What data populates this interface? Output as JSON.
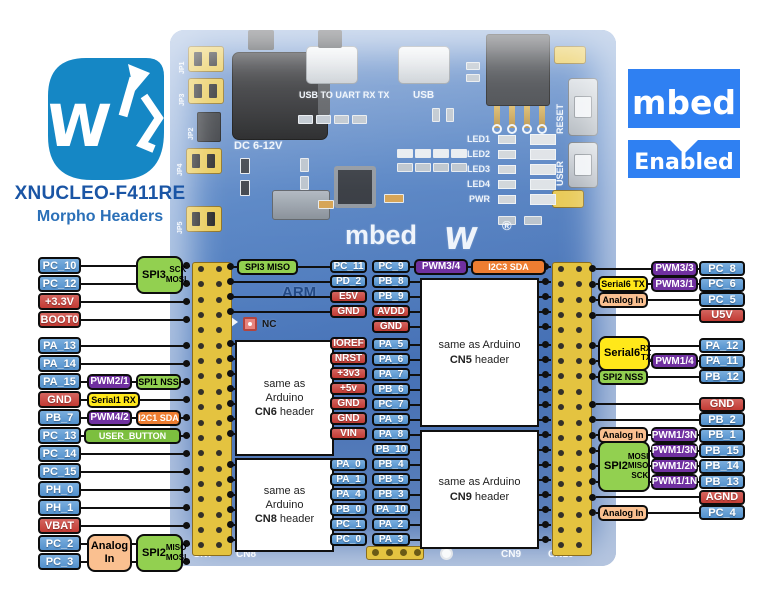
{
  "branding": {
    "title": "XNUCLEO-F411RE",
    "subtitle": "Morpho Headers",
    "vendor_logo": "waveshare-logo",
    "mbed_line1": "mbed",
    "mbed_line2": "Enabled",
    "mbed_color": "#2f80f2"
  },
  "board": {
    "silk": {
      "dc": "DC 6-12V",
      "usb_uart": "USB TO UART RX TX",
      "usb": "USB",
      "mbed": "mbed",
      "arm": "ARM",
      "nc": "NC",
      "registered": "®",
      "wavemark": "W",
      "leds": [
        "LED1",
        "LED2",
        "LED3",
        "LED4",
        "PWR"
      ],
      "buttons": [
        "RESET",
        "USER"
      ],
      "jumpers": [
        "JP1",
        "JP3",
        "JP2",
        "JP4",
        "JP5"
      ],
      "connectors": [
        "CN6",
        "CN7",
        "CN8",
        "CN9",
        "CN10"
      ]
    },
    "overlays": [
      {
        "id": "cn6",
        "lines": [
          "same as",
          "Arduino"
        ],
        "name": "CN6",
        "tail": " header"
      },
      {
        "id": "cn8",
        "lines": [
          "same as",
          "Arduino"
        ],
        "name": "CN8",
        "tail": " header"
      },
      {
        "id": "cn5",
        "lines": [
          "same as Arduino"
        ],
        "name": "CN5",
        "tail": " header"
      },
      {
        "id": "cn9",
        "lines": [
          "same as Arduino"
        ],
        "name": "CN9",
        "tail": " header"
      }
    ]
  },
  "columns": {
    "left": {
      "rows": [
        {
          "l": "PC_10",
          "t": "b"
        },
        {
          "l": "PC_12",
          "t": "b"
        },
        {
          "l": "+3.3V",
          "t": "r"
        },
        {
          "l": "BOOT0",
          "t": "r"
        },
        {
          "l": "PA_13",
          "t": "b",
          "g": 8
        },
        {
          "l": "PA_14",
          "t": "b"
        },
        {
          "l": "PA_15",
          "t": "b",
          "badges": [
            {
              "t": "PWM2/1",
              "s": "purple",
              "slot": "a"
            },
            {
              "t": "SPI1 NSS",
              "s": "green",
              "slot": "b"
            }
          ]
        },
        {
          "l": "GND",
          "t": "r",
          "badges": [
            {
              "t": "Serial1 RX",
              "s": "yellow",
              "slot": "aw"
            }
          ]
        },
        {
          "l": "PB_7",
          "t": "b",
          "badges": [
            {
              "t": "PWM4/2",
              "s": "purple",
              "slot": "a"
            },
            {
              "t": "I2C1 SDA",
              "s": "orange",
              "slot": "b"
            }
          ]
        },
        {
          "l": "PC_13",
          "t": "b",
          "badges": [
            {
              "t": "USER_BUTTON",
              "s": "greenw",
              "slot": "wide"
            }
          ]
        },
        {
          "l": "PC_14",
          "t": "b"
        },
        {
          "l": "PC_15",
          "t": "b"
        },
        {
          "l": "PH_0",
          "t": "b"
        },
        {
          "l": "PH_1",
          "t": "b"
        },
        {
          "l": "VBAT",
          "t": "r"
        },
        {
          "l": "PC_2",
          "t": "b"
        },
        {
          "l": "PC_3",
          "t": "b"
        }
      ],
      "spans": [
        {
          "from": "PC_10",
          "to": "PC_12",
          "kind": "iface",
          "main": "SPI3",
          "subs": [
            "SCK",
            "MOSI"
          ],
          "s": "green",
          "slot": "b"
        },
        {
          "from": "PC_2",
          "to": "PC_3",
          "kind": "stack",
          "lines": [
            "Analog",
            "In"
          ],
          "s": "peach",
          "slot": "a"
        },
        {
          "from": "PC_2",
          "to": "PC_3",
          "kind": "iface",
          "main": "SPI2",
          "subs": [
            "MISO",
            "MOSI"
          ],
          "s": "green",
          "slot": "b"
        }
      ]
    },
    "right": {
      "rows": [
        {
          "l": "PC_8",
          "t": "b",
          "badges": [
            {
              "t": "PWM3/3",
              "s": "purple",
              "slot": "a"
            }
          ]
        },
        {
          "l": "PC_6",
          "t": "b",
          "badges": [
            {
              "t": "Serial6 TX",
              "s": "yellow",
              "slot": "b"
            },
            {
              "t": "PWM3/1",
              "s": "purple",
              "slot": "a"
            }
          ]
        },
        {
          "l": "PC_5",
          "t": "b",
          "badges": [
            {
              "t": "Analog In",
              "s": "peach",
              "slot": "b"
            }
          ]
        },
        {
          "l": "U5V",
          "t": "r"
        },
        {
          "l": "PA_12",
          "t": "b",
          "g": 15
        },
        {
          "l": "PA_11",
          "t": "b",
          "badges": [
            {
              "t": "PWM1/4",
              "s": "purple",
              "slot": "a"
            }
          ]
        },
        {
          "l": "PB_12",
          "t": "b",
          "badges": [
            {
              "t": "SPI2 NSS",
              "s": "green",
              "slot": "b"
            }
          ]
        },
        {
          "l": "GND",
          "t": "r",
          "g": 12
        },
        {
          "l": "PB_2",
          "t": "b"
        },
        {
          "l": "PB_1",
          "t": "b",
          "badges": [
            {
              "t": "Analog In",
              "s": "peach",
              "slot": "b"
            },
            {
              "t": "PWM1/3N",
              "s": "purple",
              "slot": "a"
            }
          ]
        },
        {
          "l": "PB_15",
          "t": "b",
          "badges": [
            {
              "t": "PWM1/3N",
              "s": "purple",
              "slot": "a"
            }
          ]
        },
        {
          "l": "PB_14",
          "t": "b",
          "badges": [
            {
              "t": "PWM1/2N",
              "s": "purple",
              "slot": "a"
            }
          ]
        },
        {
          "l": "PB_13",
          "t": "b",
          "badges": [
            {
              "t": "PWM1/1N",
              "s": "purple",
              "slot": "a"
            }
          ]
        },
        {
          "l": "AGND",
          "t": "r"
        },
        {
          "l": "PC_4",
          "t": "b",
          "badges": [
            {
              "t": "Analog In",
              "s": "peach",
              "slot": "b"
            }
          ]
        }
      ],
      "spans": [
        {
          "from": "PA_12",
          "to": "PA_11",
          "kind": "iface",
          "main": "Serial6",
          "subs": [
            "RX",
            "TX"
          ],
          "s": "yellow",
          "slot": "b"
        },
        {
          "from": "PB_15",
          "to": "PB_13",
          "kind": "iface",
          "main": "SPI2",
          "subs": [
            "MOSI",
            "MISO",
            "SCK"
          ],
          "s": "green",
          "slot": "b"
        }
      ]
    },
    "midA": {
      "rows": [
        {
          "l": "PC_11",
          "t": "b",
          "badges": [
            {
              "t": "SPI3 MISO",
              "s": "green",
              "slot": "m"
            }
          ]
        },
        {
          "l": "PD_2",
          "t": "b"
        },
        {
          "l": "E5V",
          "t": "r"
        },
        {
          "l": "GND",
          "t": "r"
        },
        {
          "l": "IOREF",
          "t": "r",
          "g": 17
        },
        {
          "l": "NRST",
          "t": "r"
        },
        {
          "l": "+3v3",
          "t": "r"
        },
        {
          "l": "+5v",
          "t": "r"
        },
        {
          "l": "GND",
          "t": "r"
        },
        {
          "l": "GND",
          "t": "r"
        },
        {
          "l": "VIN",
          "t": "r"
        },
        {
          "l": "PA_0",
          "t": "b",
          "g": 16
        },
        {
          "l": "PA_1",
          "t": "b"
        },
        {
          "l": "PA_4",
          "t": "b"
        },
        {
          "l": "PB_0",
          "t": "b"
        },
        {
          "l": "PC_1",
          "t": "b"
        },
        {
          "l": "PC_0",
          "t": "b"
        }
      ],
      "spans": []
    },
    "midB": {
      "rows": [
        {
          "l": "PC_9",
          "t": "b",
          "badges": [
            {
              "t": "PWM3/4",
              "s": "purple",
              "slot": "p"
            },
            {
              "t": "I2C3 SDA",
              "s": "orange",
              "slot": "o"
            }
          ]
        },
        {
          "l": "PB_8",
          "t": "b"
        },
        {
          "l": "PB_9",
          "t": "b"
        },
        {
          "l": "AVDD",
          "t": "r"
        },
        {
          "l": "GND",
          "t": "r"
        },
        {
          "l": "PA_5",
          "t": "b",
          "g": 3
        },
        {
          "l": "PA_6",
          "t": "b"
        },
        {
          "l": "PA_7",
          "t": "b"
        },
        {
          "l": "PB_6",
          "t": "b"
        },
        {
          "l": "PC_7",
          "t": "b"
        },
        {
          "l": "PA_9",
          "t": "b"
        },
        {
          "l": "PA_8",
          "t": "b"
        },
        {
          "l": "PB_10",
          "t": "b"
        },
        {
          "l": "PB_4",
          "t": "b"
        },
        {
          "l": "PB_5",
          "t": "b"
        },
        {
          "l": "PB_3",
          "t": "b"
        },
        {
          "l": "PA_10",
          "t": "b"
        },
        {
          "l": "PA_2",
          "t": "b"
        },
        {
          "l": "PA_3",
          "t": "b"
        }
      ],
      "spans": []
    }
  }
}
